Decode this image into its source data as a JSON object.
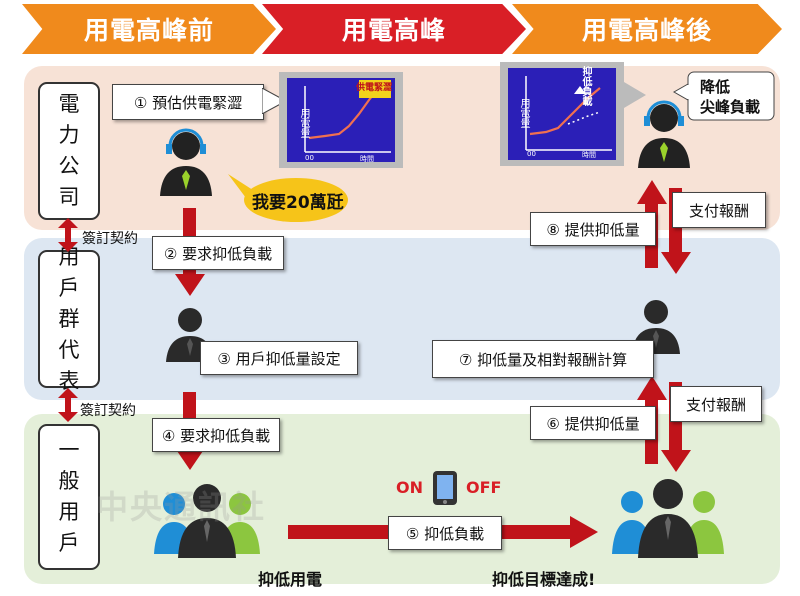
{
  "header": {
    "phase_before": "用電高峰前",
    "phase_peak": "用電高峰",
    "phase_after": "用電高峰後"
  },
  "rows": {
    "power_company": "電力公司",
    "aggregator": "用戶群代表",
    "consumers": "一般用戶"
  },
  "contracts": {
    "top": "簽訂契約",
    "bottom": "簽訂契約"
  },
  "steps": {
    "s1": "① 預估供電緊澀",
    "s2": "② 要求抑低負載",
    "s3": "③ 用戶抑低量設定",
    "s4": "④ 要求抑低負載",
    "s5": "⑤ 抑低負載",
    "s6": "⑥ 提供抑低量",
    "s7": "⑦ 抑低量及相對報酬計算",
    "s8": "⑧ 提供抑低量"
  },
  "payments": {
    "top": "支付報酬",
    "bottom": "支付報酬"
  },
  "speech": {
    "demand": "我要20萬瓩",
    "reduce_line1": "降低",
    "reduce_line2": "尖峰負載"
  },
  "charts": {
    "ylabel": "用電量",
    "x_origin": "00",
    "xlabel": "時間",
    "alert": "供電緊澀",
    "reduce_label": "抑低負載"
  },
  "switch": {
    "on": "ON",
    "off": "OFF"
  },
  "bottom_labels": {
    "reduce_usage": "抑低用電",
    "goal_achieved": "抑低目標達成!"
  },
  "watermark": "中央通訊社",
  "colors": {
    "orange": "#f08a1c",
    "red": "#d91f26",
    "arrow_red": "#c0131a",
    "chart_blue": "#2b1fb7"
  }
}
